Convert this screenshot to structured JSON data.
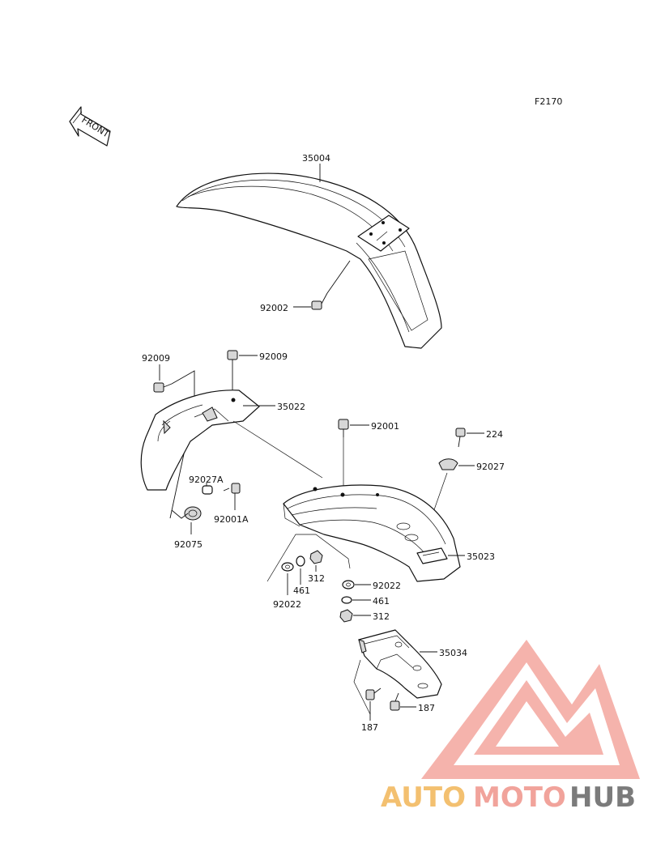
{
  "figure_code": "F2170",
  "front_marker": "FRONT",
  "parts": {
    "p35004": "35004",
    "p92002": "92002",
    "p92009_a": "92009",
    "p92009_b": "92009",
    "p35022": "35022",
    "p92001": "92001",
    "p224": "224",
    "p92027": "92027",
    "p92027a": "92027A",
    "p92001a": "92001A",
    "p92075": "92075",
    "p35023": "35023",
    "p92022_a": "92022",
    "p461_a": "461",
    "p312_a": "312",
    "p92022_b": "92022",
    "p461_b": "461",
    "p312_b": "312",
    "p35034": "35034",
    "p187_a": "187",
    "p187_b": "187"
  },
  "watermark": {
    "part1": "AUTO",
    "part2": "MOTO",
    "part3": "HUB",
    "colors": {
      "auto": "#f3c070",
      "moto": "#f1a39b",
      "hub": "#7b7b7b",
      "logo": "#f1a39b"
    }
  }
}
